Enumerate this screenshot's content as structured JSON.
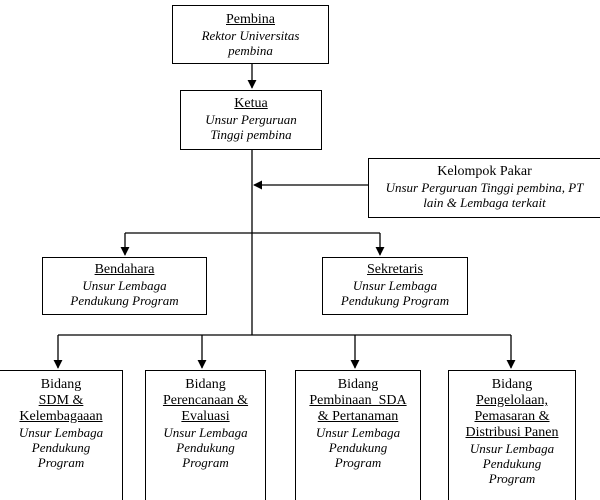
{
  "boxes": {
    "pembina": {
      "title": "Pembina",
      "lines": [
        "Rektor Universitas",
        "pembina"
      ]
    },
    "ketua": {
      "title": "Ketua",
      "lines": [
        "Unsur Perguruan",
        "Tinggi pembina"
      ]
    },
    "kelompok_pakar": {
      "title": "Kelompok Pakar",
      "lines": [
        "Unsur Perguruan Tinggi pembina, PT",
        "lain  & Lembaga terkait"
      ]
    },
    "bendahara": {
      "title": "Bendahara",
      "lines": [
        "Unsur Lembaga",
        "Pendukung Program"
      ]
    },
    "sekretaris": {
      "title": "Sekretaris",
      "lines": [
        "Unsur Lembaga",
        "Pendukung Program"
      ]
    },
    "bidang_sdm": {
      "title_lines": [
        "Bidang",
        "SDM &",
        "Kelembagaaan"
      ],
      "lines": [
        "Unsur Lembaga",
        "Pendukung",
        "Program"
      ]
    },
    "bidang_perencanaan": {
      "title_lines": [
        "Bidang",
        "Perencanaan &",
        "Evaluasi"
      ],
      "lines": [
        "Unsur Lembaga",
        "Pendukung",
        "Program"
      ]
    },
    "bidang_pembinaan": {
      "title_lines": [
        "Bidang",
        "Pembinaan  SDA",
        "& Pertanaman"
      ],
      "lines": [
        "Unsur Lembaga",
        "Pendukung",
        "Program"
      ]
    },
    "bidang_pengelolaan": {
      "title_lines": [
        "Bidang",
        "Pengelolaan,",
        "Pemasaran &",
        "Distribusi Panen"
      ],
      "lines": [
        "Unsur Lembaga",
        "Pendukung",
        "Program"
      ]
    }
  }
}
